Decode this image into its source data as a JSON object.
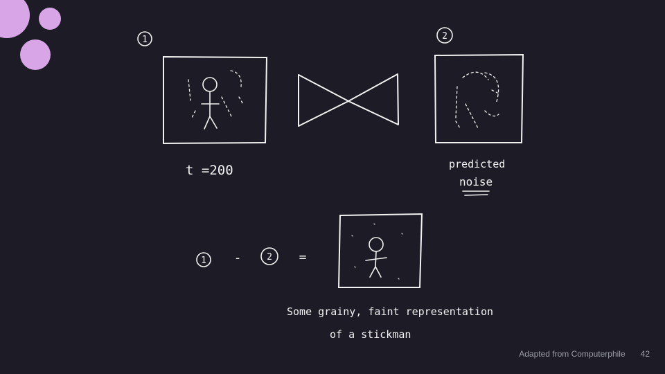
{
  "colors": {
    "background": "#1d1c26",
    "ink": "#f2f2f2",
    "dots": "#d8a6e6",
    "footer_text": "#9c9ca6"
  },
  "diagram": {
    "step1_marker": "1",
    "step2_marker": "2",
    "timestep_label": "t =200",
    "predicted_label": "predicted",
    "noise_label": "noise",
    "equation": {
      "left": "1",
      "operator": "-",
      "right": "2",
      "equals": "="
    },
    "caption_line1": "Some grainy, faint representation",
    "caption_line2": "of a stickman",
    "model_icon": "bowtie-network-icon"
  },
  "footer": {
    "credit": "Adapted from Computerphile",
    "page_number": "42"
  }
}
